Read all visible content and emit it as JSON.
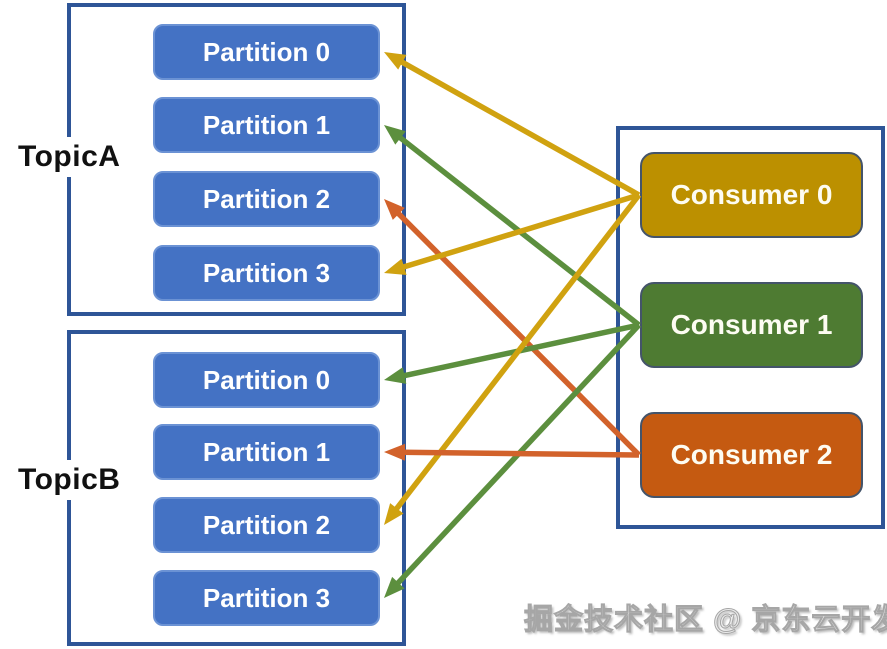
{
  "topicA": {
    "label": "TopicA",
    "partitions": [
      "Partition 0",
      "Partition 1",
      "Partition 2",
      "Partition 3"
    ]
  },
  "topicB": {
    "label": "TopicB",
    "partitions": [
      "Partition 0",
      "Partition 1",
      "Partition 2",
      "Partition 3"
    ]
  },
  "consumers": [
    {
      "label": "Consumer 0",
      "color": "gold"
    },
    {
      "label": "Consumer 1",
      "color": "green"
    },
    {
      "label": "Consumer 2",
      "color": "orange"
    }
  ],
  "edges": [
    {
      "from": "consumer-0",
      "to": "topicA-partition-0",
      "color": "gold"
    },
    {
      "from": "consumer-1",
      "to": "topicA-partition-1",
      "color": "green"
    },
    {
      "from": "consumer-2",
      "to": "topicA-partition-2",
      "color": "orange"
    },
    {
      "from": "consumer-0",
      "to": "topicA-partition-3",
      "color": "gold"
    },
    {
      "from": "consumer-1",
      "to": "topicB-partition-0",
      "color": "green"
    },
    {
      "from": "consumer-0",
      "to": "topicB-partition-2",
      "color": "gold"
    },
    {
      "from": "consumer-1",
      "to": "topicB-partition-3",
      "color": "green"
    },
    {
      "from": "consumer-2",
      "to": "topicB-partition-1",
      "color": "orange"
    }
  ],
  "watermark": "掘金技术社区 @ 京东云开发者",
  "colors": {
    "partition_fill": "#4472C4",
    "partition_border": "#6B92D4",
    "partition_text": "#FFFFFF",
    "group_border": "#2E5597",
    "consumer_border": "#44546A",
    "consumer_gold": "#BC9000",
    "consumer_green": "#4E7B32",
    "consumer_orange": "#C55A11",
    "consumer_text": "#FDFCF2",
    "arrow_gold": "#D0A210",
    "arrow_green": "#5C8F3E",
    "arrow_orange": "#D2622B",
    "topic_label_color": "#111111",
    "watermark_color": "#ECECEC",
    "watermark_stroke": "#A6A6A6"
  }
}
